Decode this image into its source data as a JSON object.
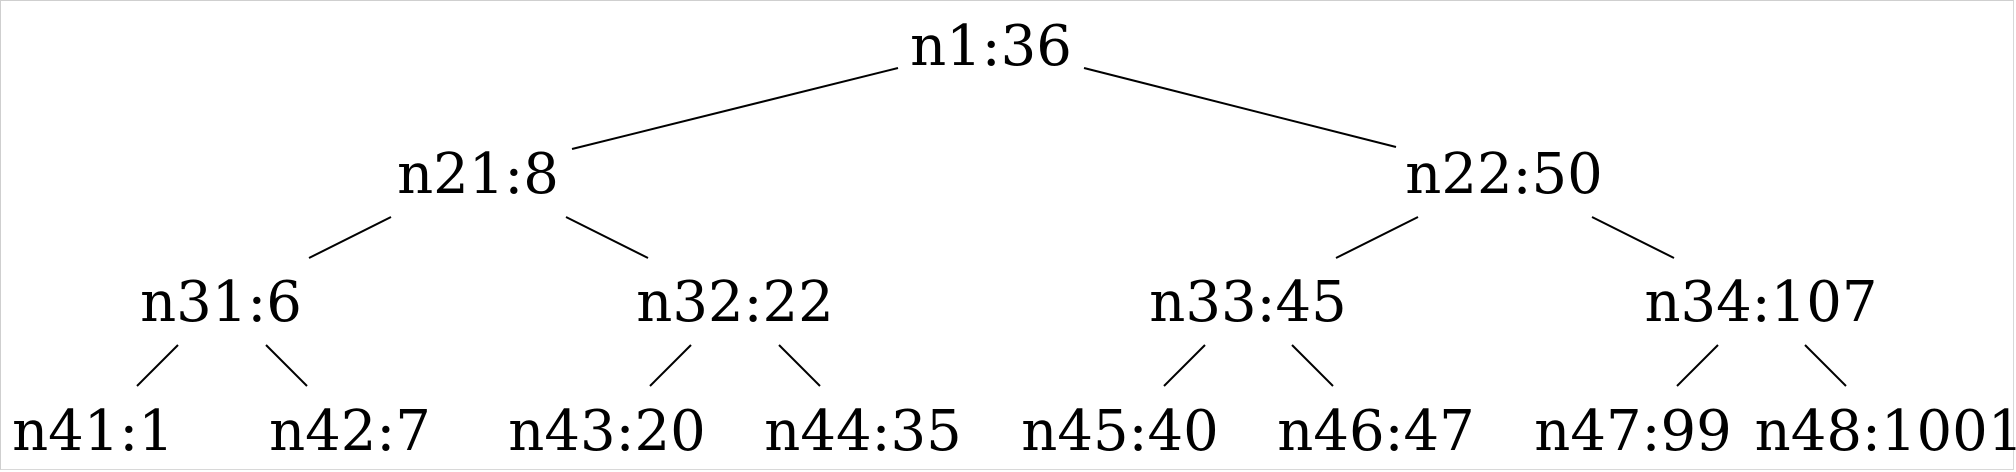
{
  "tree": {
    "nodes": [
      {
        "id": "n1",
        "label": "n1:36"
      },
      {
        "id": "n21",
        "label": "n21:8"
      },
      {
        "id": "n22",
        "label": "n22:50"
      },
      {
        "id": "n31",
        "label": "n31:6"
      },
      {
        "id": "n32",
        "label": "n32:22"
      },
      {
        "id": "n33",
        "label": "n33:45"
      },
      {
        "id": "n34",
        "label": "n34:107"
      },
      {
        "id": "n41",
        "label": "n41:1"
      },
      {
        "id": "n42",
        "label": "n42:7"
      },
      {
        "id": "n43",
        "label": "n43:20"
      },
      {
        "id": "n44",
        "label": "n44:35"
      },
      {
        "id": "n45",
        "label": "n45:40"
      },
      {
        "id": "n46",
        "label": "n46:47"
      },
      {
        "id": "n47",
        "label": "n47:99"
      },
      {
        "id": "n48",
        "label": "n48:1001"
      }
    ],
    "edges": [
      {
        "from": "n1",
        "to": "n21"
      },
      {
        "from": "n1",
        "to": "n22"
      },
      {
        "from": "n21",
        "to": "n31"
      },
      {
        "from": "n21",
        "to": "n32"
      },
      {
        "from": "n22",
        "to": "n33"
      },
      {
        "from": "n22",
        "to": "n34"
      },
      {
        "from": "n31",
        "to": "n41"
      },
      {
        "from": "n31",
        "to": "n42"
      },
      {
        "from": "n32",
        "to": "n43"
      },
      {
        "from": "n32",
        "to": "n44"
      },
      {
        "from": "n33",
        "to": "n45"
      },
      {
        "from": "n33",
        "to": "n46"
      },
      {
        "from": "n34",
        "to": "n47"
      },
      {
        "from": "n34",
        "to": "n48"
      }
    ]
  }
}
